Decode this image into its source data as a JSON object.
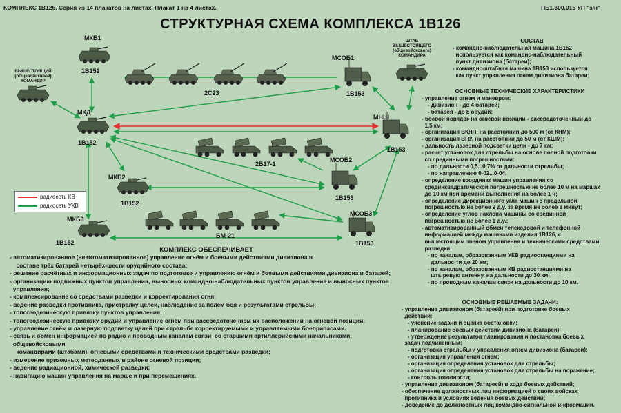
{
  "header": {
    "left": "КОМПЛЕКС 1В126. Серия из 14 плакатов на      листах. Плакат 1 на 4 листах.",
    "right": "ПБ1.600.015  УП \"з/н\""
  },
  "title": "СТРУКТУРНАЯ СХЕМА КОМПЛЕКСА 1В126",
  "colors": {
    "kv": "#e03030",
    "ukv": "#1e9e48",
    "background": "#bdd5ba"
  },
  "nodes": {
    "mkb1": {
      "name": "МКБ1",
      "sub": "1В152"
    },
    "mkd": {
      "name": "МКД",
      "sub": "1В152"
    },
    "mkb2": {
      "name": "МКБ2",
      "sub": "1В152"
    },
    "mkb3": {
      "name": "МКБ3",
      "sub": "1В152"
    },
    "msob1": {
      "name": "МСОБ1",
      "sub": "1В153"
    },
    "mnsh": {
      "name": "МНШ",
      "sub": "1В153"
    },
    "msob2": {
      "name": "МСОБ2",
      "sub": "1В153"
    },
    "msob3": {
      "name": "МСОБ3",
      "sub": "1В153"
    },
    "higher_commander": "ВЫШЕСТОЯЩИЙ (общевойсковой) КОМАНДИР",
    "higher_hq": "ШТАБ ВЫШЕСТОЯЩЕГО (общевойскового) КОМАНДИРА"
  },
  "groups": {
    "g1": "2С23",
    "g2": "2Б17-1",
    "g3": "БМ-21"
  },
  "legend": {
    "kv": "радиосеть КВ",
    "ukv": "радиосеть УКВ"
  },
  "composition": {
    "title": "СОСТАВ",
    "items": [
      "- командно-наблюдательная машина 1В152",
      "  используется как командно-наблюдательный",
      "  пункт дивизиона (батареи);",
      "- командно-штабная машина 1В153 используется",
      "  как пункт управления огнем дивизиона батареи;"
    ]
  },
  "specs": {
    "title": "ОСНОВНЫЕ ТЕХНИЧЕСКИЕ ХАРАКТЕРИСТИКИ",
    "items": [
      "- управление огнем и маневром:",
      "    - дивизион - до 4 батарей;",
      "    - батарея - до 8 орудий;",
      "- боевой порядок на огневой позиции - рассредоточенный до",
      "  1,5 км;",
      "- организация ВКНП, на расстоянии до 500 м (от КНМ);",
      "- организация ВПУ, на расстоянии до 50 м (от КШМ);",
      "- дальность лазерной подсветки цели - до 7 км;",
      "- расчет установок для стрельбы на основе полной подготовки",
      "  со срединными погрешностями:",
      "    - по дальности 0,5...0,7% от дальности стрельбы;",
      "    - по направлению 0-02...0-04;",
      "- определение координат машин управления со",
      "  срединквадратической погрешностью не более 10 м на маршах",
      "  до 10 км при времени выполнения на более 1 ч;",
      "- определение дирекционного угла машин с предельной",
      "  погрешностью не более 2 д.у. за время не более 8 минут;",
      "- определение углов наклона машины со срединной",
      "  погрешностью не более 1 д.у.;",
      "- автоматизированный обмен телекодовой и телефонной",
      "  информацией между машинами изделия 1В126, с",
      "  вышестоящим звеном управления и техническими средствами",
      "  разведки:",
      "    - по каналам, образованным УКВ радиостанциями на",
      "      дальнос-ти до 20 км;",
      "    - по каналам, образованным КВ радиостанциями на",
      "      штыревую антенну, на дальности до 30 км;",
      "    - по проводным каналам связи на дальности до 10 км."
    ]
  },
  "tasks": {
    "title": "ОСНОВНЫЕ РЕШАЕМЫЕ ЗАДАЧИ:",
    "items": [
      "- управление дивизионом (батареей) при подготовке боевых",
      "  действий:",
      "    - уяснение задачи и оценка обстановки;",
      "    - планирование боевых действий дивизиона (батареи);",
      "    - утверждение результатов планирования и постановка боевых",
      "  задач подчиненным;",
      "    - подготовка стрельбы и управления огнем дивизиона (батареи);",
      "    - организация управления огнем;",
      "    - организация определения установок для стрельбы;",
      "    - организация определения установок для стрельбы на поражение;",
      "    - контроль готовности;",
      "- управление дивизионом (батареей) в ходе боевых действий;",
      "- обеспечение должностных лиц информацией о своих войсках",
      "  противника и условиях ведения боевых действий;",
      "- доведение до должностных лиц командно-сигнальной информации."
    ]
  },
  "functions": {
    "title": "КОМПЛЕКС ОБЕСПЕЧИВАЕТ",
    "items": [
      "- автоматизированное (неавтоматизированное) управление огнём и боевыми действиями дивизиона в",
      "    составе трёх батарей четырёх-шести орудийного состава;",
      "- решение расчётных и информационных задач по подготовке и управлению огнём и боевыми действиями дивизиона и батарей;",
      "- организацию подвижных пунктов управления, выносных командно-наблюдательных пунктов управления и выносных пунктов",
      "  управления;",
      "- комплексирование со средствами разведки и корректирования огня;",
      "- ведение разведки противника, пристрелку целей, наблюдение за полем боя и результатами стрельбы;",
      "- топогеодезическую привязку пунктов управления;",
      "- топогеодезическую привязку орудий и управление огнём при рассредоточенном их расположении на огневой позиции;",
      "- управление огнём и лазерную подсветку целей при стрельбе корректируемыми и управляемыми боеприпасами.",
      "- связь и обмен информацией по радио и проводным каналам связи  со старшими артиллерийскими начальниками,",
      "  общевойсковыми",
      "    командирами (штабами), огневыми средствами и техническими средствами разведки;",
      "- измерение приземных метеоданных в районе огневой позиции;",
      "- ведение радиационной, химической разведки;",
      "- навигацию машин управления на марше и при перемещениях."
    ]
  }
}
